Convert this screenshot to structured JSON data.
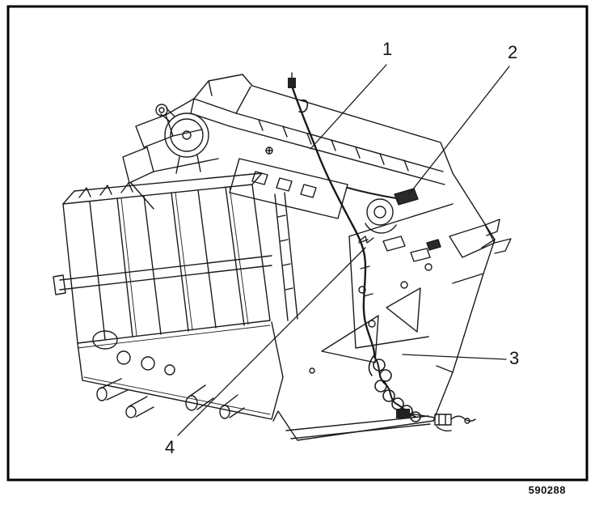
{
  "figure": {
    "callouts": [
      {
        "label": "1"
      },
      {
        "label": "2"
      },
      {
        "label": "3"
      },
      {
        "label": "4"
      }
    ],
    "figure_number": "590288"
  }
}
